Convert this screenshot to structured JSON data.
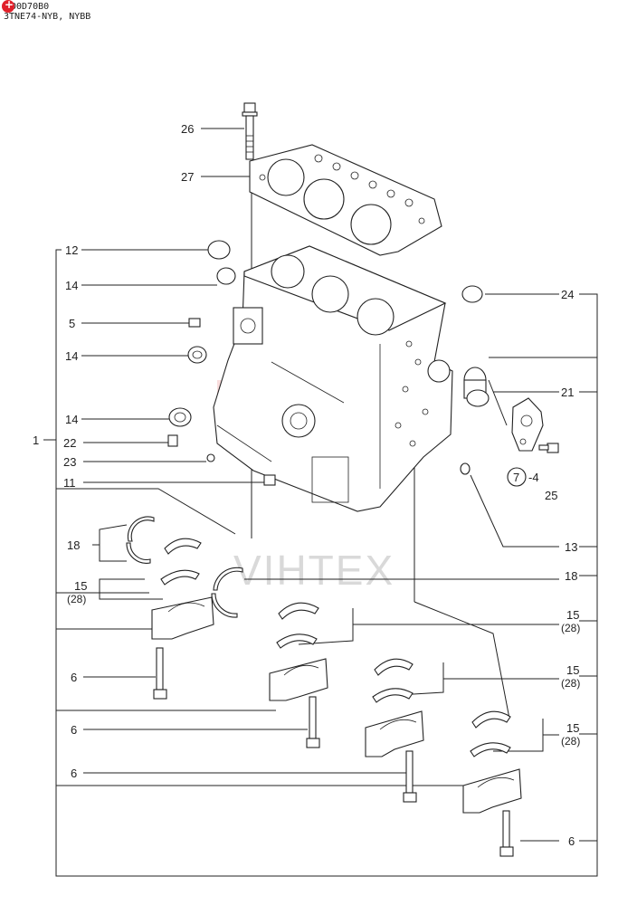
{
  "header": {
    "doc_code": "00D70B0",
    "model": "3TNE74-NYB, NYBB"
  },
  "watermark": {
    "text": "VIHTEX",
    "color": "#f3b6b6"
  },
  "callouts": [
    {
      "key": "c26",
      "text": "26"
    },
    {
      "key": "c27",
      "text": "27"
    },
    {
      "key": "c12",
      "text": "12"
    },
    {
      "key": "c14a",
      "text": "14"
    },
    {
      "key": "c5",
      "text": "5"
    },
    {
      "key": "c14b",
      "text": "14"
    },
    {
      "key": "c14c",
      "text": "14"
    },
    {
      "key": "c1",
      "text": "1"
    },
    {
      "key": "c22",
      "text": "22"
    },
    {
      "key": "c23",
      "text": "23"
    },
    {
      "key": "c11",
      "text": "11"
    },
    {
      "key": "c18a",
      "text": "18"
    },
    {
      "key": "c15a",
      "text": "15"
    },
    {
      "key": "c28a",
      "text": "(28)"
    },
    {
      "key": "c6a",
      "text": "6"
    },
    {
      "key": "c6b",
      "text": "6"
    },
    {
      "key": "c6c",
      "text": "6"
    },
    {
      "key": "c24",
      "text": "24"
    },
    {
      "key": "c21",
      "text": "21"
    },
    {
      "key": "c7",
      "text": "7"
    },
    {
      "key": "c4",
      "text": "-4"
    },
    {
      "key": "c25",
      "text": "25"
    },
    {
      "key": "c13",
      "text": "13"
    },
    {
      "key": "c18b",
      "text": "18"
    },
    {
      "key": "c15b",
      "text": "15"
    },
    {
      "key": "c28b",
      "text": "(28)"
    },
    {
      "key": "c15c",
      "text": "15"
    },
    {
      "key": "c28c",
      "text": "(28)"
    },
    {
      "key": "c15d",
      "text": "15"
    },
    {
      "key": "c28d",
      "text": "(28)"
    },
    {
      "key": "c6d",
      "text": "6"
    }
  ]
}
